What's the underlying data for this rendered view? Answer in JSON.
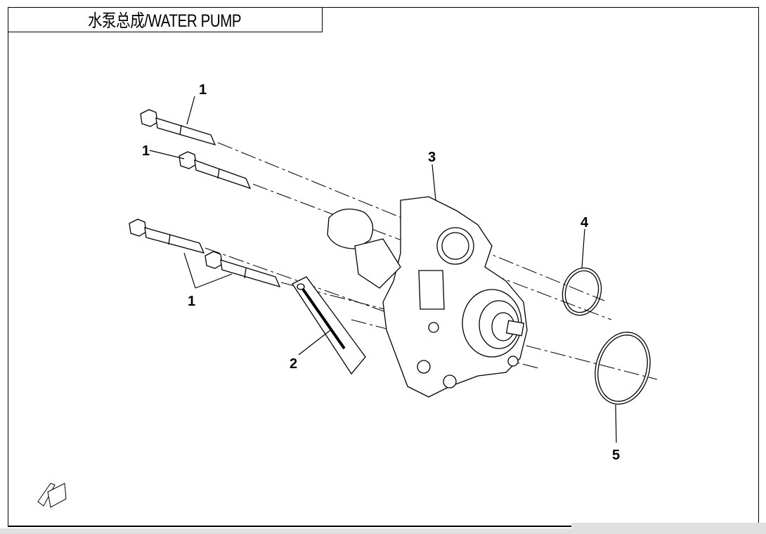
{
  "title": "水泵总成/WATER PUMP",
  "callouts": {
    "bolt_top": "1",
    "bolt_second": "1",
    "bolt_lower": "1",
    "bracket": "2",
    "pump_body": "3",
    "o_ring_small": "4",
    "o_ring_large": "5"
  },
  "fwd_icon": "FWD"
}
